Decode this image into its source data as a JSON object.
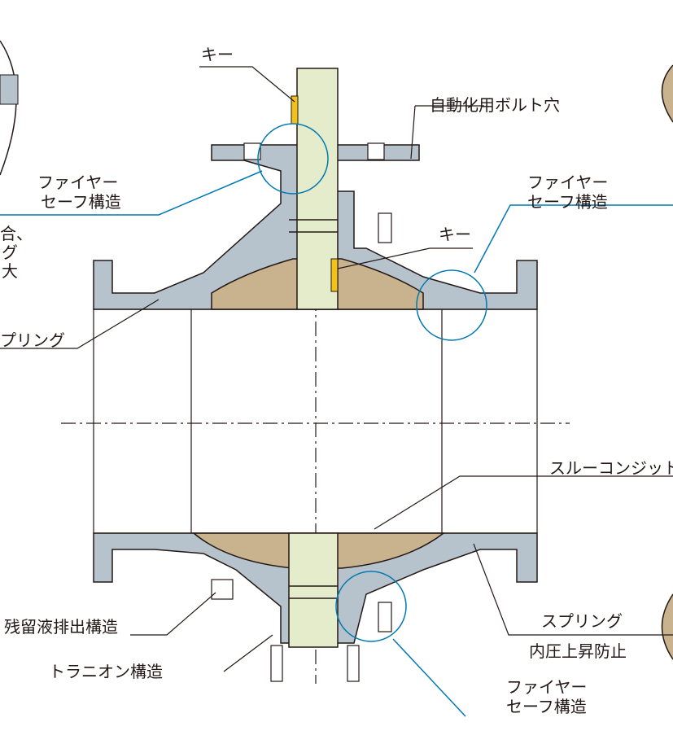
{
  "labels": {
    "key_top": "キー",
    "bolt_hole": "自動化用ボルト穴",
    "fire_safe_left": [
      "ファイヤー",
      "セーフ構造"
    ],
    "fire_safe_right": [
      "ファイヤー",
      "セーフ構造"
    ],
    "key_mid": "キー",
    "partial_left_1": "合、",
    "partial_left_2": "グ",
    "partial_left_3": "大",
    "spring_left": "プリング",
    "through_conduit": "スルーコンジット",
    "residual_drain": "残留液排出構造",
    "spring_right": "スプリング",
    "pressure_rise_prevention": "内圧上昇防止",
    "trunnion": "トラニオン構造",
    "fire_safe_bottom": [
      "ファイヤー",
      "セーフ構造"
    ]
  },
  "colors": {
    "body_gray": "#b7c3cc",
    "ball_tan": "#c9b38e",
    "stem_green": "#e4eccb",
    "key_yellow": "#f2c21a",
    "leader_blue": "#0079b3",
    "line_dark": "#231815"
  },
  "icons": [
    "stem-key-icon",
    "bolt-icon",
    "detail-circle-icon"
  ]
}
